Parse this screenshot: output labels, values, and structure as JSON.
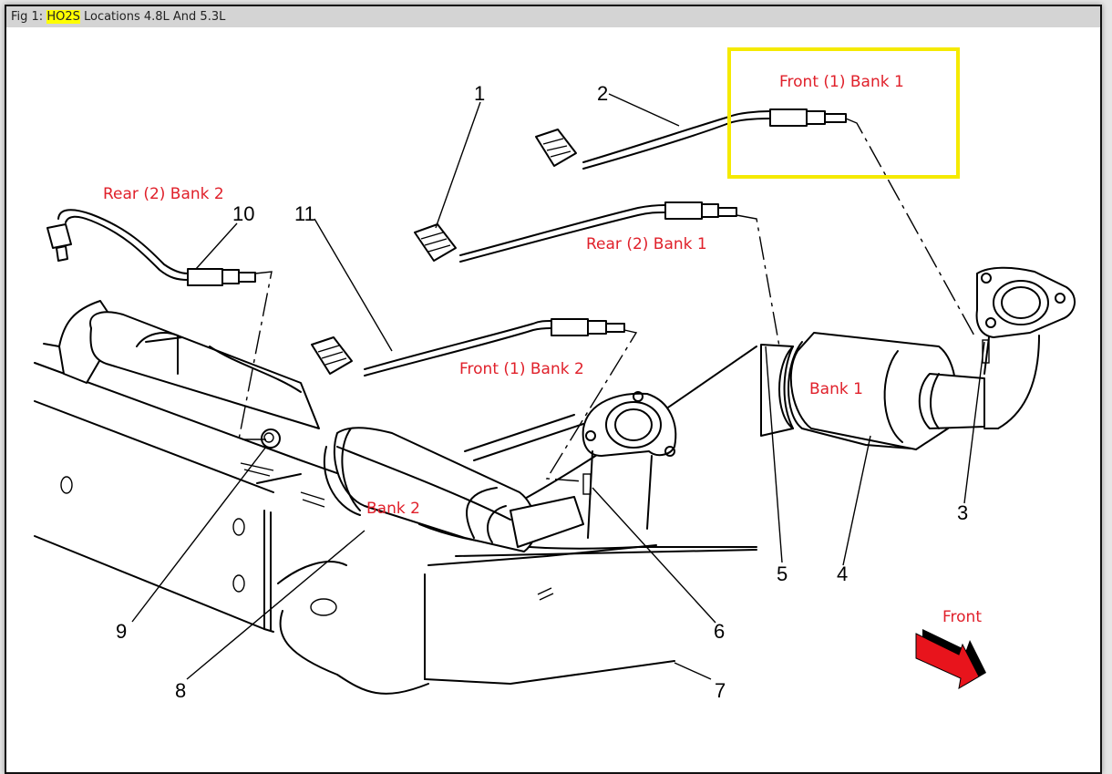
{
  "window": {
    "title_prefix": "Fig 1: ",
    "title_highlight": "HO2S",
    "title_suffix": " Locations 4.8L And 5.3L"
  },
  "annotations": {
    "front_bank1": "Front (1) Bank 1",
    "rear_bank2": "Rear (2) Bank 2",
    "rear_bank1": "Rear (2) Bank 1",
    "front_bank2": "Front (1) Bank 2",
    "bank1": "Bank 1",
    "bank2": "Bank 2",
    "front_arrow": "Front"
  },
  "callouts": [
    "1",
    "2",
    "3",
    "4",
    "5",
    "6",
    "7",
    "8",
    "9",
    "10",
    "11"
  ],
  "colors": {
    "annotation_red": "#e0202a",
    "highlight_box_yellow": "#f5ea00",
    "arrow_red": "#e8141c",
    "title_highlight": "#ffff00"
  }
}
